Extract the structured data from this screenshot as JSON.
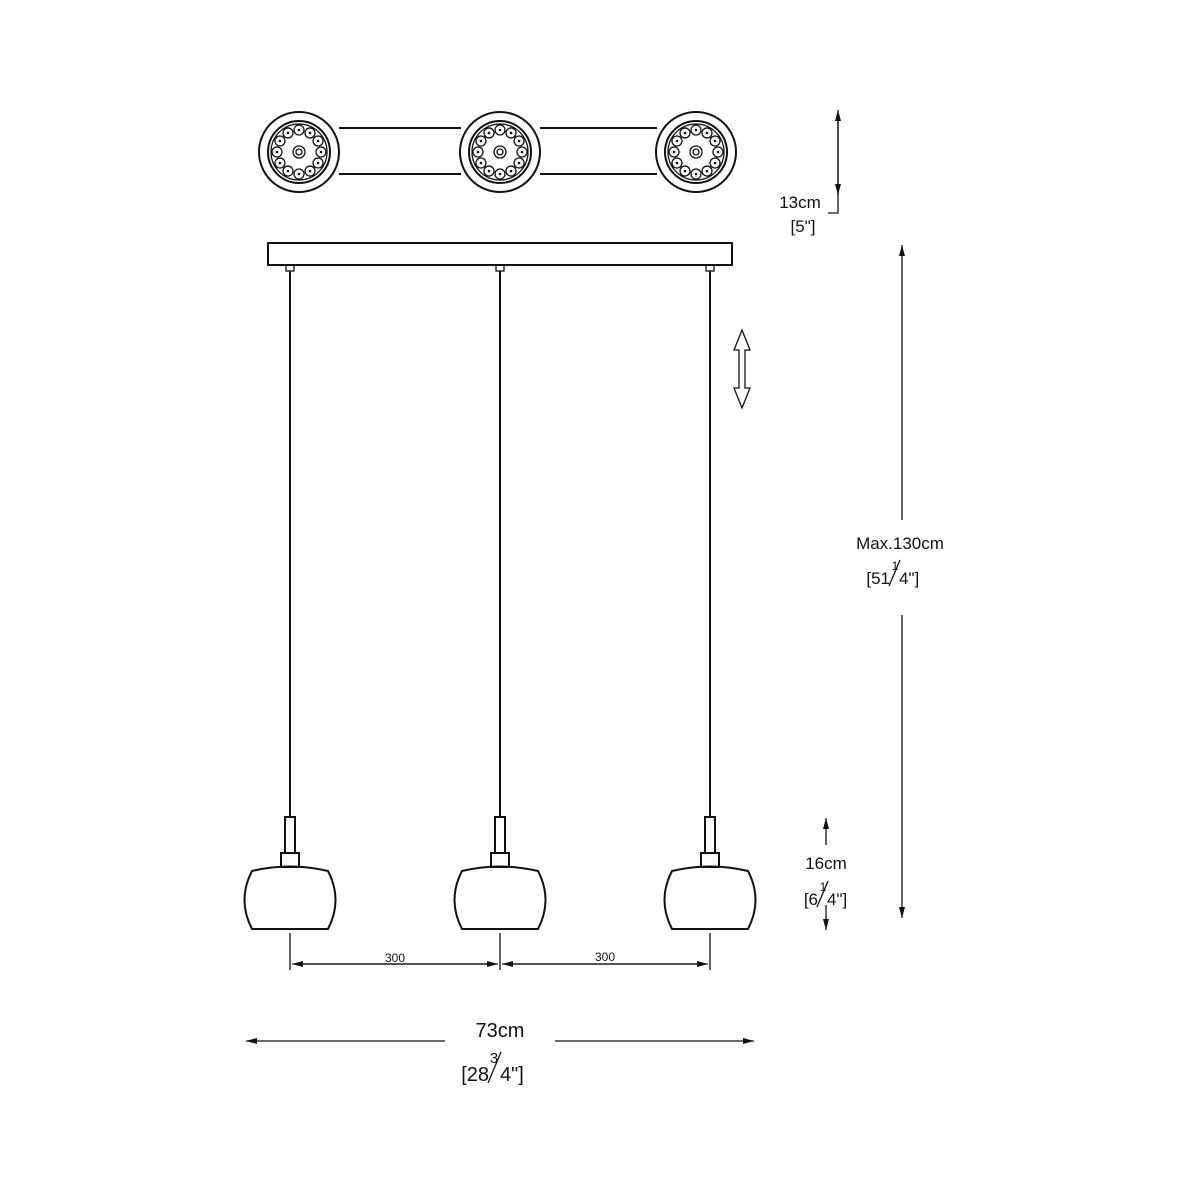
{
  "dimensions": {
    "canopy_depth": {
      "metric": "13cm",
      "imperial": "[5\"]"
    },
    "max_height": {
      "metric": "Max.130cm",
      "imperial_prefix": "[51",
      "imperial_num": "1",
      "imperial_den": "4\"]"
    },
    "shade_height": {
      "metric": "16cm",
      "imperial_prefix": "[6",
      "imperial_num": "1",
      "imperial_den": "4\"]"
    },
    "spacing": [
      "300",
      "300"
    ],
    "total_width": {
      "metric": "73cm",
      "imperial_prefix": "[28",
      "imperial_num": "3",
      "imperial_den": "4\"]"
    }
  }
}
